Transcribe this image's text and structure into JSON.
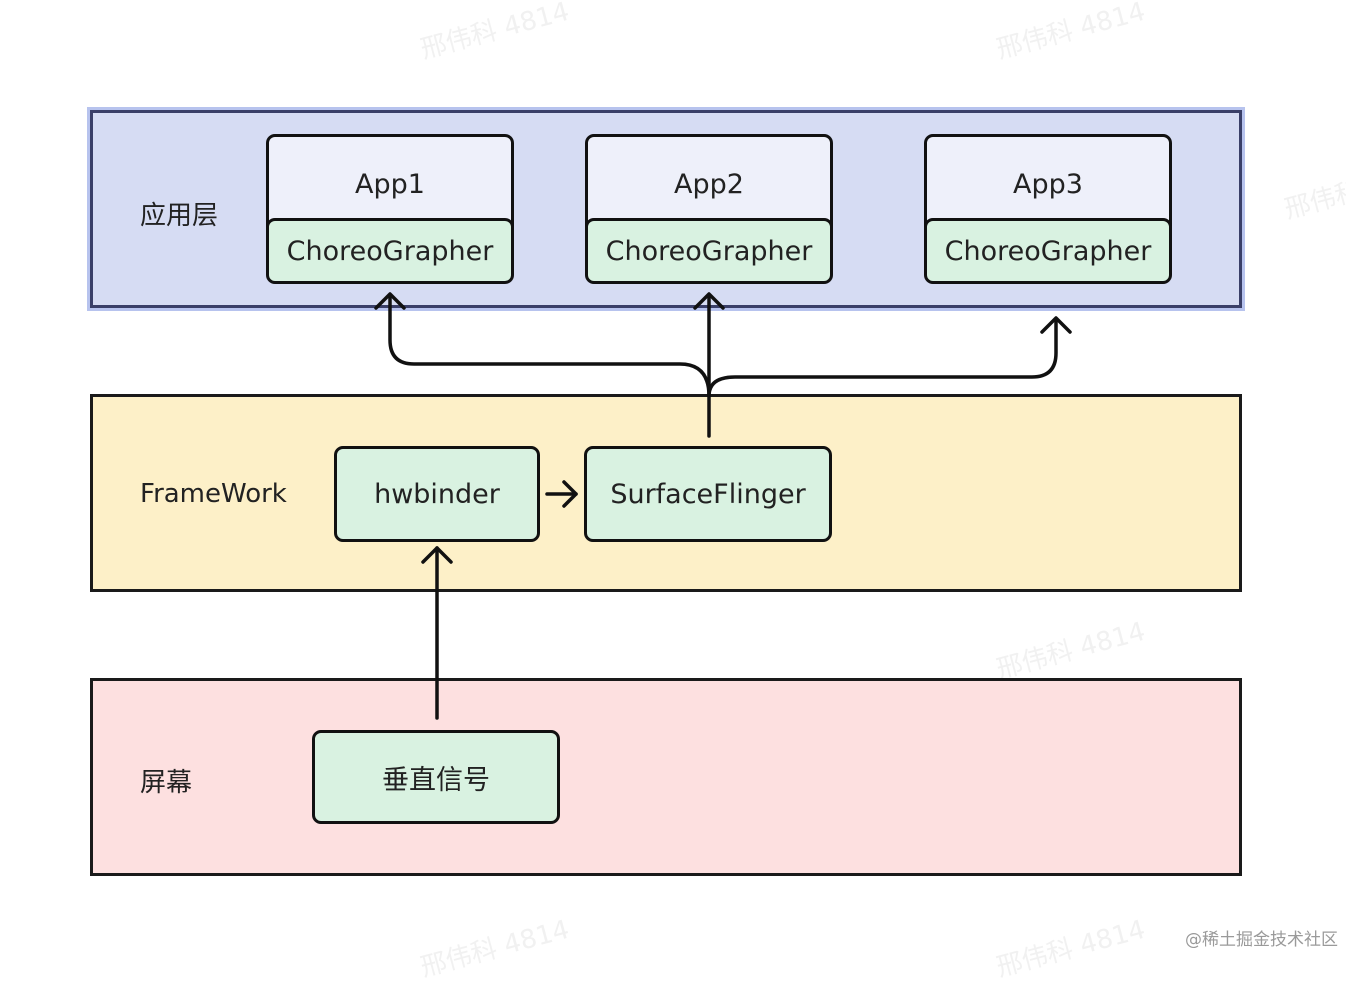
{
  "layers": {
    "app": {
      "label": "应用层",
      "color": "#d6dcf3"
    },
    "framework": {
      "label": "FrameWork",
      "color": "#fdf0c8"
    },
    "screen": {
      "label": "屏幕",
      "color": "#fde0e0"
    }
  },
  "apps": [
    {
      "name": "App1",
      "choreographer": "ChoreoGrapher"
    },
    {
      "name": "App2",
      "choreographer": "ChoreoGrapher"
    },
    {
      "name": "App3",
      "choreographer": "ChoreoGrapher"
    }
  ],
  "framework_nodes": {
    "hwbinder": "hwbinder",
    "surfaceflinger": "SurfaceFlinger"
  },
  "screen_nodes": {
    "vsync": "垂直信号"
  },
  "watermark": "邢伟科 4814",
  "credit": "@稀土掘金技术社区",
  "colors": {
    "node_fill": "#d9f2e1",
    "app_fill": "#eef0fa",
    "stroke": "#111111"
  }
}
